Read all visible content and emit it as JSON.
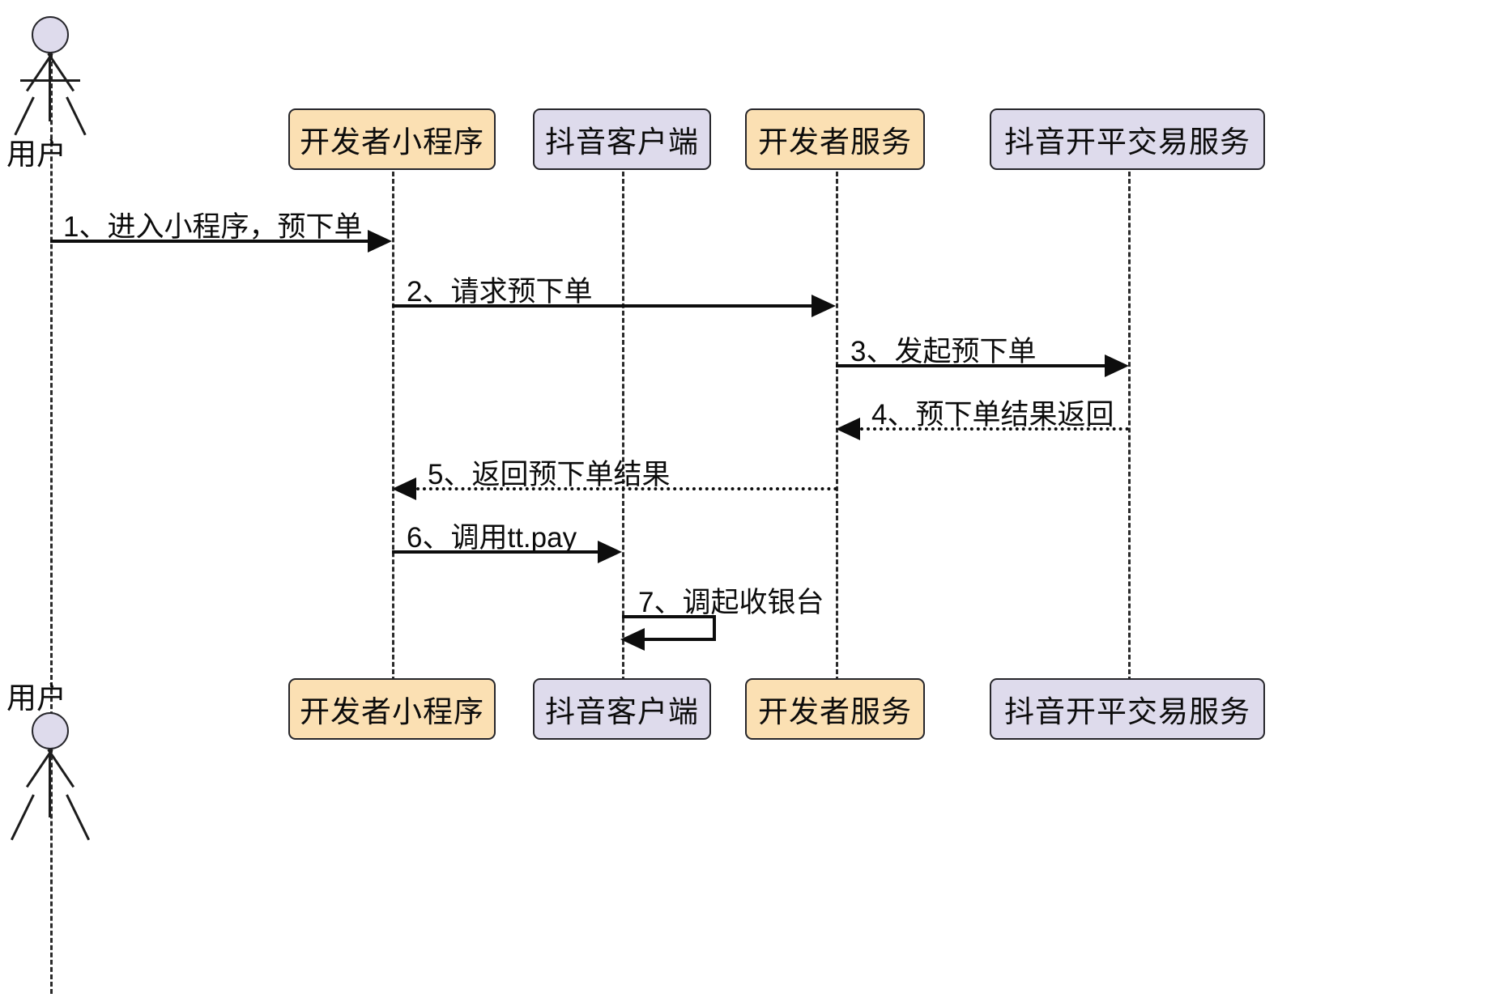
{
  "diagram": {
    "type": "sequence-diagram",
    "title": "",
    "background": "#ffffff",
    "colors": {
      "orange_fill": "#fbe0b3",
      "purple_fill": "#dedbec",
      "stroke": "#26262b",
      "line": "#0d0d0d",
      "text": "#0c0c0c"
    }
  },
  "actor": {
    "label_top": "用户",
    "label_bottom": "用户",
    "icon": "stick-figure"
  },
  "participants": [
    {
      "id": "p1",
      "label": "开发者小程序",
      "style": "orange"
    },
    {
      "id": "p2",
      "label": "抖音客户端",
      "style": "purple"
    },
    {
      "id": "p3",
      "label": "开发者服务",
      "style": "orange"
    },
    {
      "id": "p4",
      "label": "抖音开平交易服务",
      "style": "purple"
    }
  ],
  "messages": [
    {
      "seq": "1",
      "label": "1、进入小程序，预下单",
      "from": "用户",
      "to": "开发者小程序",
      "line": "solid",
      "direction": "right"
    },
    {
      "seq": "2",
      "label": "2、请求预下单",
      "from": "开发者小程序",
      "to": "开发者服务",
      "line": "solid",
      "direction": "right"
    },
    {
      "seq": "3",
      "label": "3、发起预下单",
      "from": "开发者服务",
      "to": "抖音开平交易服务",
      "line": "solid",
      "direction": "right"
    },
    {
      "seq": "4",
      "label": "4、预下单结果返回",
      "from": "抖音开平交易服务",
      "to": "开发者服务",
      "line": "dashed",
      "direction": "left"
    },
    {
      "seq": "5",
      "label": "5、返回预下单结果",
      "from": "开发者服务",
      "to": "开发者小程序",
      "line": "dashed",
      "direction": "left"
    },
    {
      "seq": "6",
      "label": "6、调用tt.pay",
      "from": "开发者小程序",
      "to": "抖音客户端",
      "line": "solid",
      "direction": "right"
    },
    {
      "seq": "7",
      "label": "7、调起收银台",
      "from": "抖音客户端",
      "to": "抖音客户端",
      "line": "solid",
      "direction": "self"
    }
  ]
}
